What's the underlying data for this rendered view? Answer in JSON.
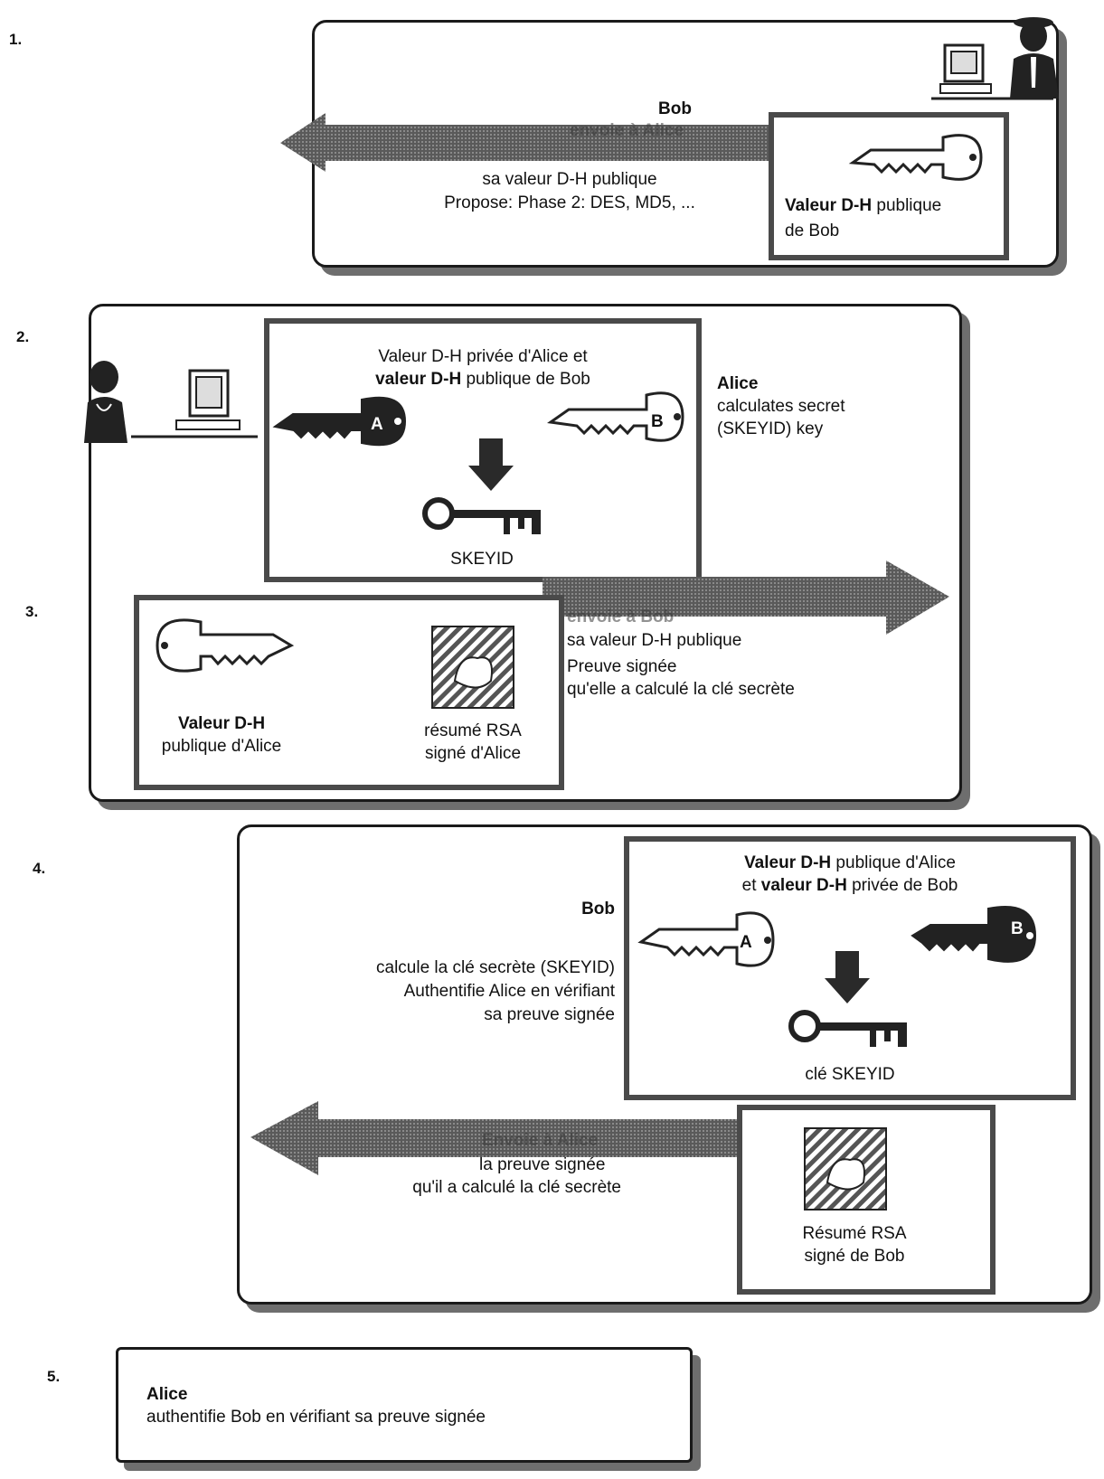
{
  "steps": {
    "s1": "1.",
    "s2": "2.",
    "s3": "3.",
    "s4": "4.",
    "s5": "5."
  },
  "step1": {
    "actor": "Bob",
    "arrow_label": "envoie à Alice",
    "line1": "sa valeur D-H publique",
    "line2": "Propose: Phase 2: DES, MD5, ...",
    "key_title_bold": "Valeur D-H",
    "key_title_rest": " publique",
    "key_title_line2": "de Bob"
  },
  "step2": {
    "box_line1": "Valeur D-H privée d'Alice et",
    "box_line2_bold": "valeur D-H",
    "box_line2_rest": " publique de Bob",
    "key_a": "A",
    "key_b": "B",
    "skeyid": "SKEYID",
    "actor": "Alice",
    "desc1": "calculates secret",
    "desc2": "(SKEYID) key"
  },
  "step3": {
    "arrow_label": "envoie à Bob",
    "line1": "sa valeur D-H publique",
    "line2": "Preuve signée",
    "line3": "qu'elle a calculé la clé secrète",
    "key_caption1": "Valeur D-H",
    "key_caption2": "publique d'Alice",
    "rsa_caption1": "résumé RSA",
    "rsa_caption2": "signé d'Alice"
  },
  "step4": {
    "box_line1_bold": "Valeur D-H",
    "box_line1_rest": " publique d'Alice",
    "box_line2_pre": "et ",
    "box_line2_bold": "valeur D-H",
    "box_line2_rest": " privée de Bob",
    "key_a": "A",
    "key_b": "B",
    "skeyid": "clé SKEYID",
    "actor": "Bob",
    "desc1": "calcule la clé secrète (SKEYID)",
    "desc2": "Authentifie Alice en vérifiant",
    "desc3": "sa preuve signée",
    "arrow_label": "Envoie à Alice",
    "line1": "la preuve signée",
    "line2": "qu'il a calculé la clé secrète",
    "rsa_caption1": "Résumé RSA",
    "rsa_caption2": "signé de Bob"
  },
  "step5": {
    "actor": "Alice",
    "line1": "authentifie Bob en vérifiant sa preuve signée"
  }
}
